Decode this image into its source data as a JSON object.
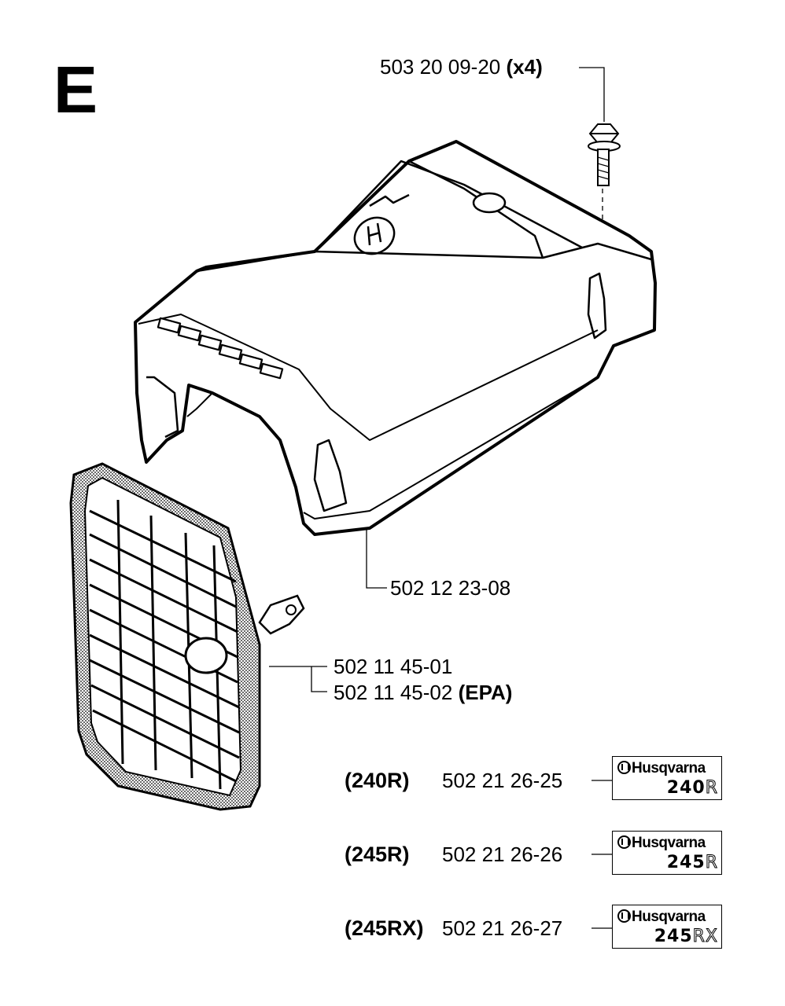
{
  "section": "E",
  "parts": {
    "screw": {
      "number": "503 20 09-20",
      "qty": "(x4)"
    },
    "cover": {
      "number": "502 12 23-08"
    },
    "grille_std": {
      "number": "502 11 45-01"
    },
    "grille_epa": {
      "number": "502 11 45-02",
      "suffix": "(EPA)"
    }
  },
  "decals": [
    {
      "model": "(240R)",
      "number": "502 21 26-25",
      "brand": "Husqvarna",
      "digits": "240",
      "suffix": "R"
    },
    {
      "model": "(245R)",
      "number": "502 21 26-26",
      "brand": "Husqvarna",
      "digits": "245",
      "suffix": "R"
    },
    {
      "model": "(245RX)",
      "number": "502 21 26-27",
      "brand": "Husqvarna",
      "digits": "245",
      "suffix": "RX"
    }
  ],
  "colors": {
    "line": "#000000",
    "background": "#ffffff"
  }
}
